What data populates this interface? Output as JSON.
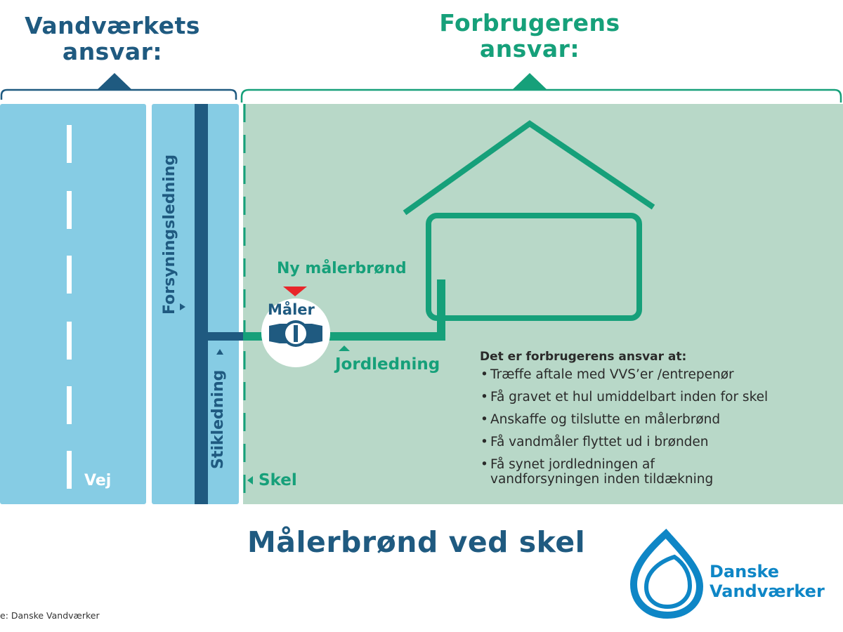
{
  "headers": {
    "utility": {
      "line1": "Vandværkets",
      "line2": "ansvar:"
    },
    "consumer": {
      "line1": "Forbrugerens",
      "line2": "ansvar:"
    }
  },
  "labels": {
    "supply_pipe": "Forsyningsledning",
    "service_pipe": "Stikledning",
    "road": "Vej",
    "boundary": "Skel",
    "new_meter_well": "Ny målerbrønd",
    "meter": "Måler",
    "ground_pipe": "Jordledning"
  },
  "responsibilities": {
    "title": "Det er forbrugerens ansvar at:",
    "bullet": "•",
    "items": [
      {
        "text": "Træffe aftale med VVS’er /entrepenør"
      },
      {
        "text": "Få gravet et hul umiddelbart inden for skel"
      },
      {
        "text": "Anskaffe og tilslutte en målerbrønd"
      },
      {
        "text": "Få vandmåler flyttet ud i brønden"
      },
      {
        "text": "Få synet jordledningen af vandforsyningen inden tildækning"
      }
    ]
  },
  "title": "Målerbrønd ved skel",
  "logo": {
    "line1": "Danske",
    "line2": "Vandværker",
    "icon": "water-drop-icon"
  },
  "source": "e: Danske Vandværker",
  "colors": {
    "utility_blue": "#1f5a80",
    "consumer_green": "#16a07a",
    "road_blue": "#86cce4",
    "consumer_area": "#b8d8c8",
    "marker_red": "#e8262a",
    "logo_blue": "#0e86c6"
  }
}
